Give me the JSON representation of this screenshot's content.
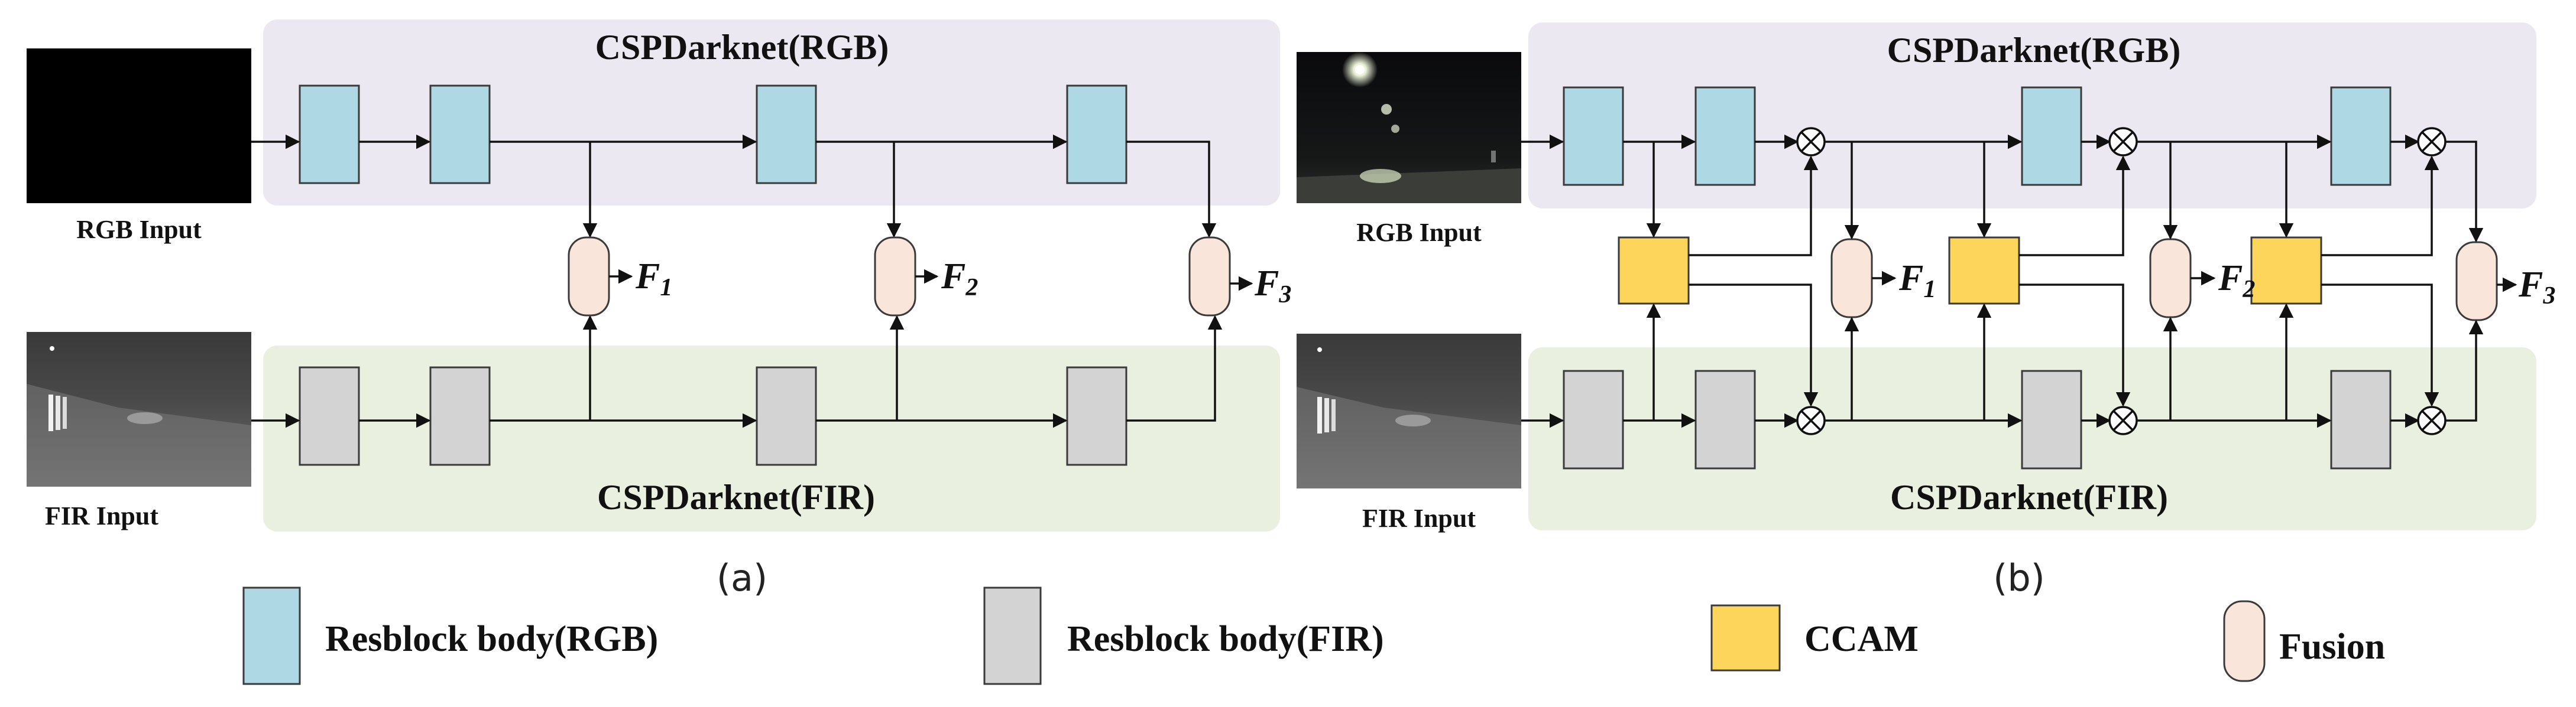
{
  "panel_a": {
    "rgb_band_title": "CSPDarknet(RGB)",
    "fir_band_title": "CSPDarknet(FIR)",
    "rgb_input_label": "RGB Input",
    "fir_input_label": "FIR Input",
    "outputs": [
      {
        "letter": "F",
        "sub": "1"
      },
      {
        "letter": "F",
        "sub": "2"
      },
      {
        "letter": "F",
        "sub": "3"
      }
    ],
    "caption": "(a)"
  },
  "panel_b": {
    "rgb_band_title": "CSPDarknet(RGB)",
    "fir_band_title": "CSPDarknet(FIR)",
    "rgb_input_label": "RGB Input",
    "fir_input_label": "FIR Input",
    "outputs": [
      {
        "letter": "F",
        "sub": "1"
      },
      {
        "letter": "F",
        "sub": "2"
      },
      {
        "letter": "F",
        "sub": "3"
      }
    ],
    "caption": "(b)"
  },
  "legend": {
    "rgb_block": "Resblock body(RGB)",
    "fir_block": "Resblock body(FIR)",
    "ccam": "CCAM",
    "fusion": "Fusion"
  },
  "colors": {
    "rgb_block": "#add8e4",
    "fir_block": "#d3d3d3",
    "ccam": "#fdd55a",
    "fusion": "#f9e5d9",
    "rgb_band": "#ebe8f1",
    "fir_band": "#e9f0df"
  },
  "icons": [
    "multiply-circle-icon",
    "arrow-head-icon"
  ]
}
